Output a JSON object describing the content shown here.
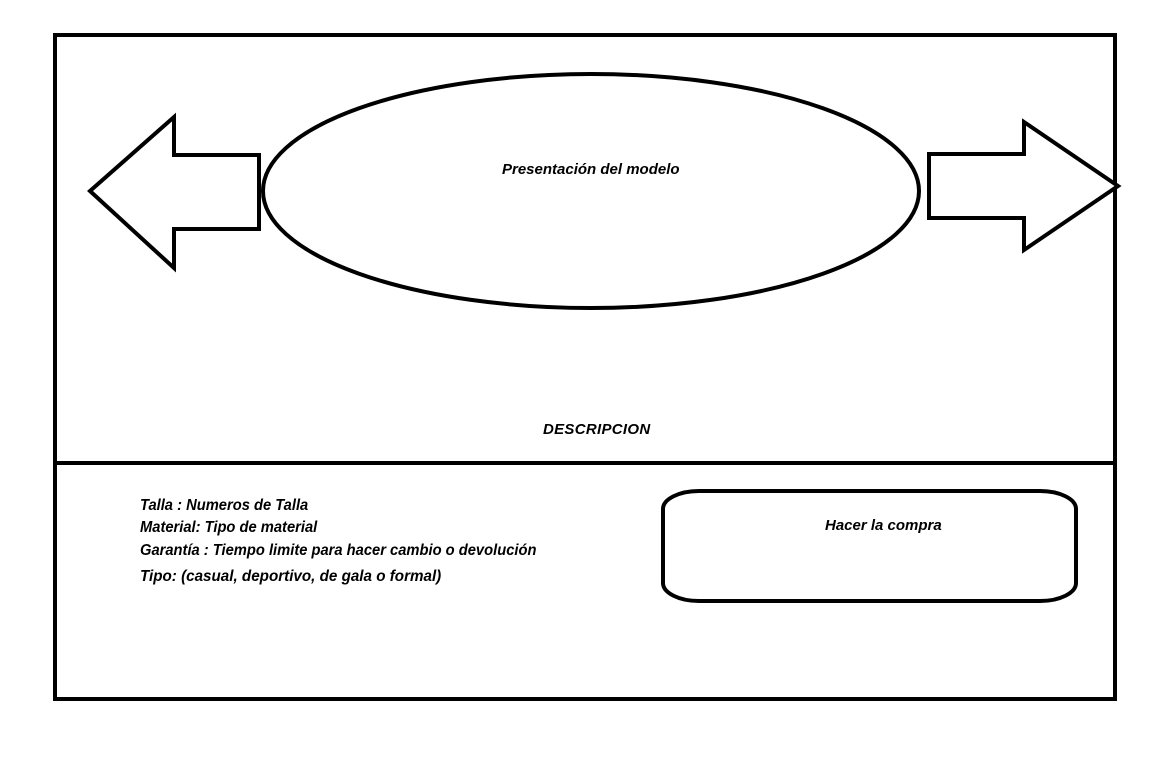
{
  "carousel": {
    "model_label": "Presentación del modelo"
  },
  "description": {
    "title": "DESCRIPCION",
    "details": [
      "Talla : Numeros de Talla",
      "Material: Tipo de material",
      "Garantía : Tiempo limite para hacer cambio o devolución",
      "Tipo: (casual, deportivo, de gala o formal)"
    ]
  },
  "purchase": {
    "button_label": "Hacer la compra"
  },
  "colors": {
    "stroke": "#000000",
    "background": "#ffffff"
  },
  "icons": {
    "prev": "arrow-left-icon",
    "next": "arrow-right-icon"
  }
}
